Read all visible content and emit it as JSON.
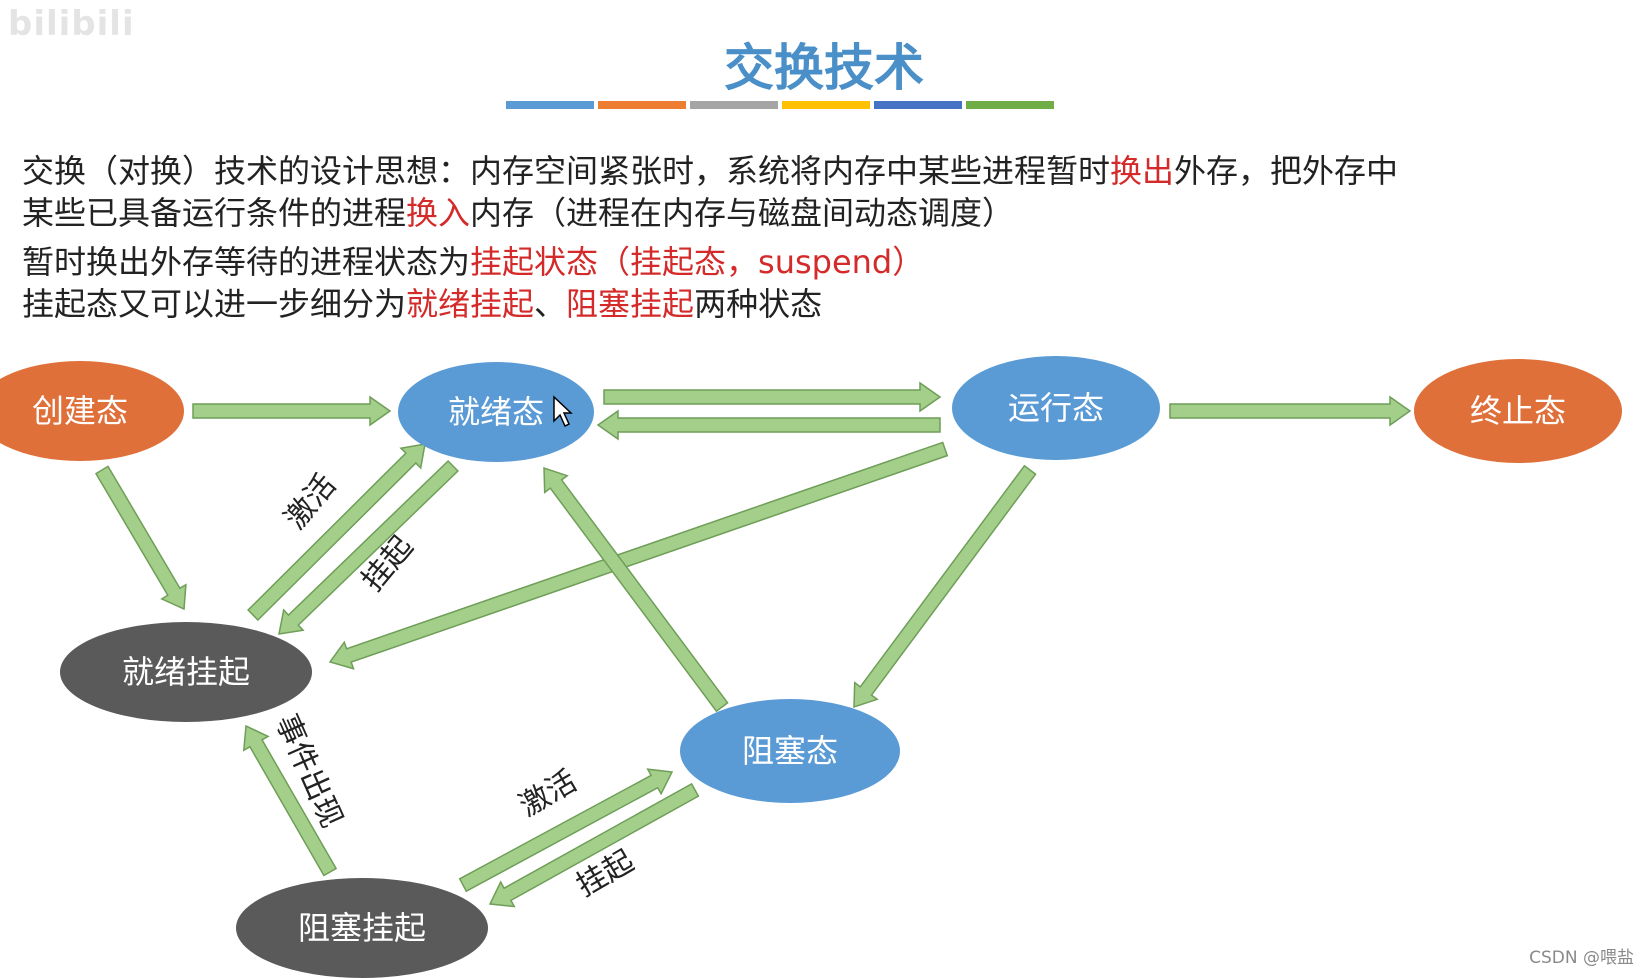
{
  "watermark_logo": "bilibili",
  "title": "交换技术",
  "title_bar_colors": [
    "#5b9bd5",
    "#ed7d31",
    "#a5a5a5",
    "#ffc000",
    "#4472c4",
    "#70ad47"
  ],
  "paragraph1": {
    "line1": {
      "pre": "交换（对换）技术的设计思想：内存空间紧张时，系统将内存中某些进程暂时",
      "hl": "换出",
      "post": "外存，把外存中"
    },
    "line2": {
      "pre": "某些已具备运行条件的进程",
      "hl": "换入",
      "post": "内存（进程在内存与磁盘间动态调度）"
    }
  },
  "paragraph2": {
    "pre": "暂时换出外存等待的进程状态为",
    "hl": "挂起状态（挂起态，suspend）",
    "post": ""
  },
  "paragraph3": {
    "pre": "挂起态又可以进一步细分为",
    "hl1": "就绪挂起",
    "mid": "、",
    "hl2": "阻塞挂起",
    "post": "两种状态"
  },
  "diagram": {
    "nodes": {
      "create": {
        "label": "创建态",
        "color": "#e0703a"
      },
      "ready": {
        "label": "就绪态",
        "color": "#5b9bd5"
      },
      "running": {
        "label": "运行态",
        "color": "#5b9bd5"
      },
      "terminated": {
        "label": "终止态",
        "color": "#e0703a"
      },
      "ready_suspend": {
        "label": "就绪挂起",
        "color": "#5a5a5a"
      },
      "blocked": {
        "label": "阻塞态",
        "color": "#5b9bd5"
      },
      "blocked_suspend": {
        "label": "阻塞挂起",
        "color": "#5a5a5a"
      }
    },
    "edge_labels": {
      "activate_ready": "激活",
      "suspend_ready": "挂起",
      "event_occurs": "事件出现",
      "activate_blocked": "激活",
      "suspend_blocked": "挂起"
    },
    "arrow_color": "#a3cf8a",
    "arrow_stroke": "#6f9e58"
  },
  "footer_watermark": "CSDN @喂盐"
}
